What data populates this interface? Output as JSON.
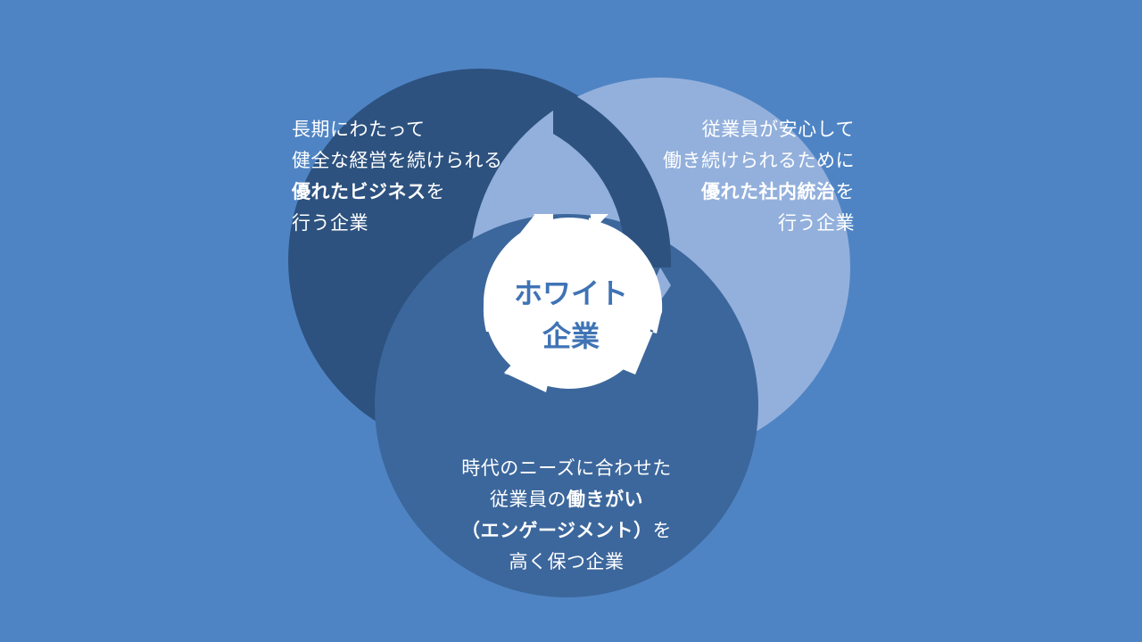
{
  "colors": {
    "background": "#4f84c4",
    "circle_business": "#2d527f",
    "circle_management": "#93b0dc",
    "circle_engagement": "#3c679c",
    "center": "#ffffff",
    "center_text": "#3f73b5"
  },
  "center": {
    "line1": "ホワイト",
    "line2": "企業"
  },
  "left": {
    "line1": "長期にわたって",
    "line2": "健全な経営を続けられる",
    "line3_bold": "優れたビジネス",
    "line3_rest": "を",
    "line4": "行う企業"
  },
  "right": {
    "line1": "従業員が安心して",
    "line2": "働き続けられるために",
    "line3_bold": "優れた社内統治",
    "line3_rest": "を",
    "line4": "行う企業"
  },
  "bottom": {
    "line1": "時代のニーズに合わせた",
    "line2_plain": "従業員の",
    "line2_bold": "働きがい",
    "line3_bold": "（エンゲージメント）",
    "line3_rest": "を",
    "line4": "高く保つ企業"
  }
}
